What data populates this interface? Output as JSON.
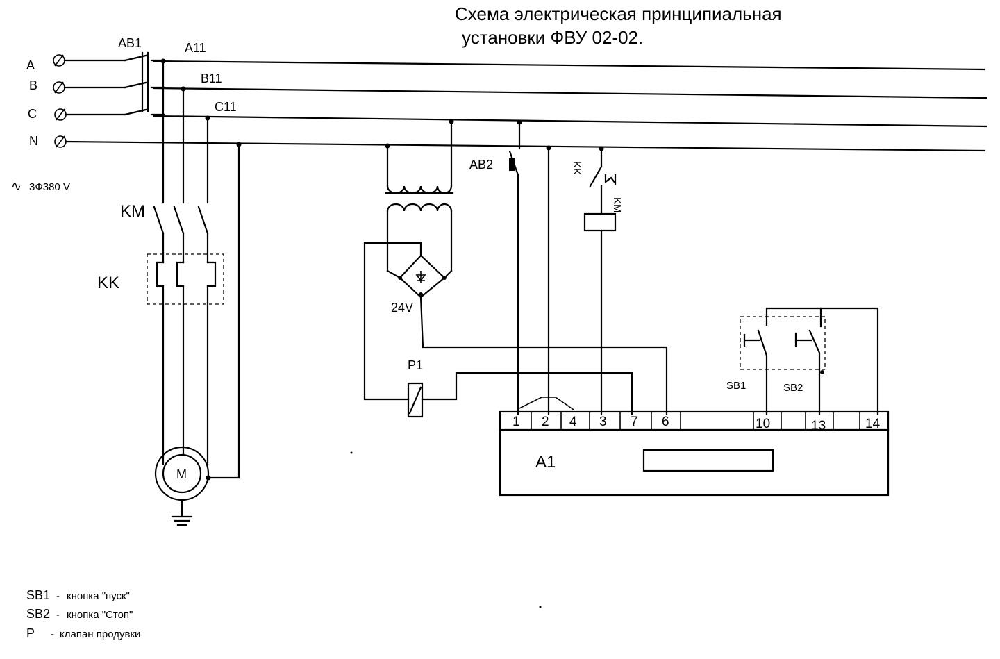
{
  "title": {
    "line1": "Схема электрическая принципиальная",
    "line2": "установки ФВУ 02-02."
  },
  "phases": [
    "A",
    "B",
    "C",
    "N"
  ],
  "supply": {
    "symbol": "∿",
    "text": "3Ф380 V"
  },
  "labels": {
    "ab1": "AB1",
    "a11": "A11",
    "b11": "B11",
    "c11": "C11",
    "km": "KM",
    "kk": "KK",
    "motor": "M",
    "ab2": "AB2",
    "kk_coil": "KK",
    "km_coil": "KM",
    "bridge_voltage": "24V",
    "p1": "P1",
    "sb1": "SB1",
    "sb2": "SB2",
    "controller": "A1"
  },
  "terminals": [
    "1",
    "2",
    "4",
    "3",
    "7",
    "6",
    "10",
    "13",
    "14"
  ],
  "legend": [
    {
      "code": "SB1",
      "dash": "-",
      "text": "кнопка  \"пуск\""
    },
    {
      "code": "SB2",
      "dash": "-",
      "text": "кнопка \"Стоп\""
    },
    {
      "code": "P",
      "dash": "-",
      "text": "клапан  продувки"
    }
  ]
}
